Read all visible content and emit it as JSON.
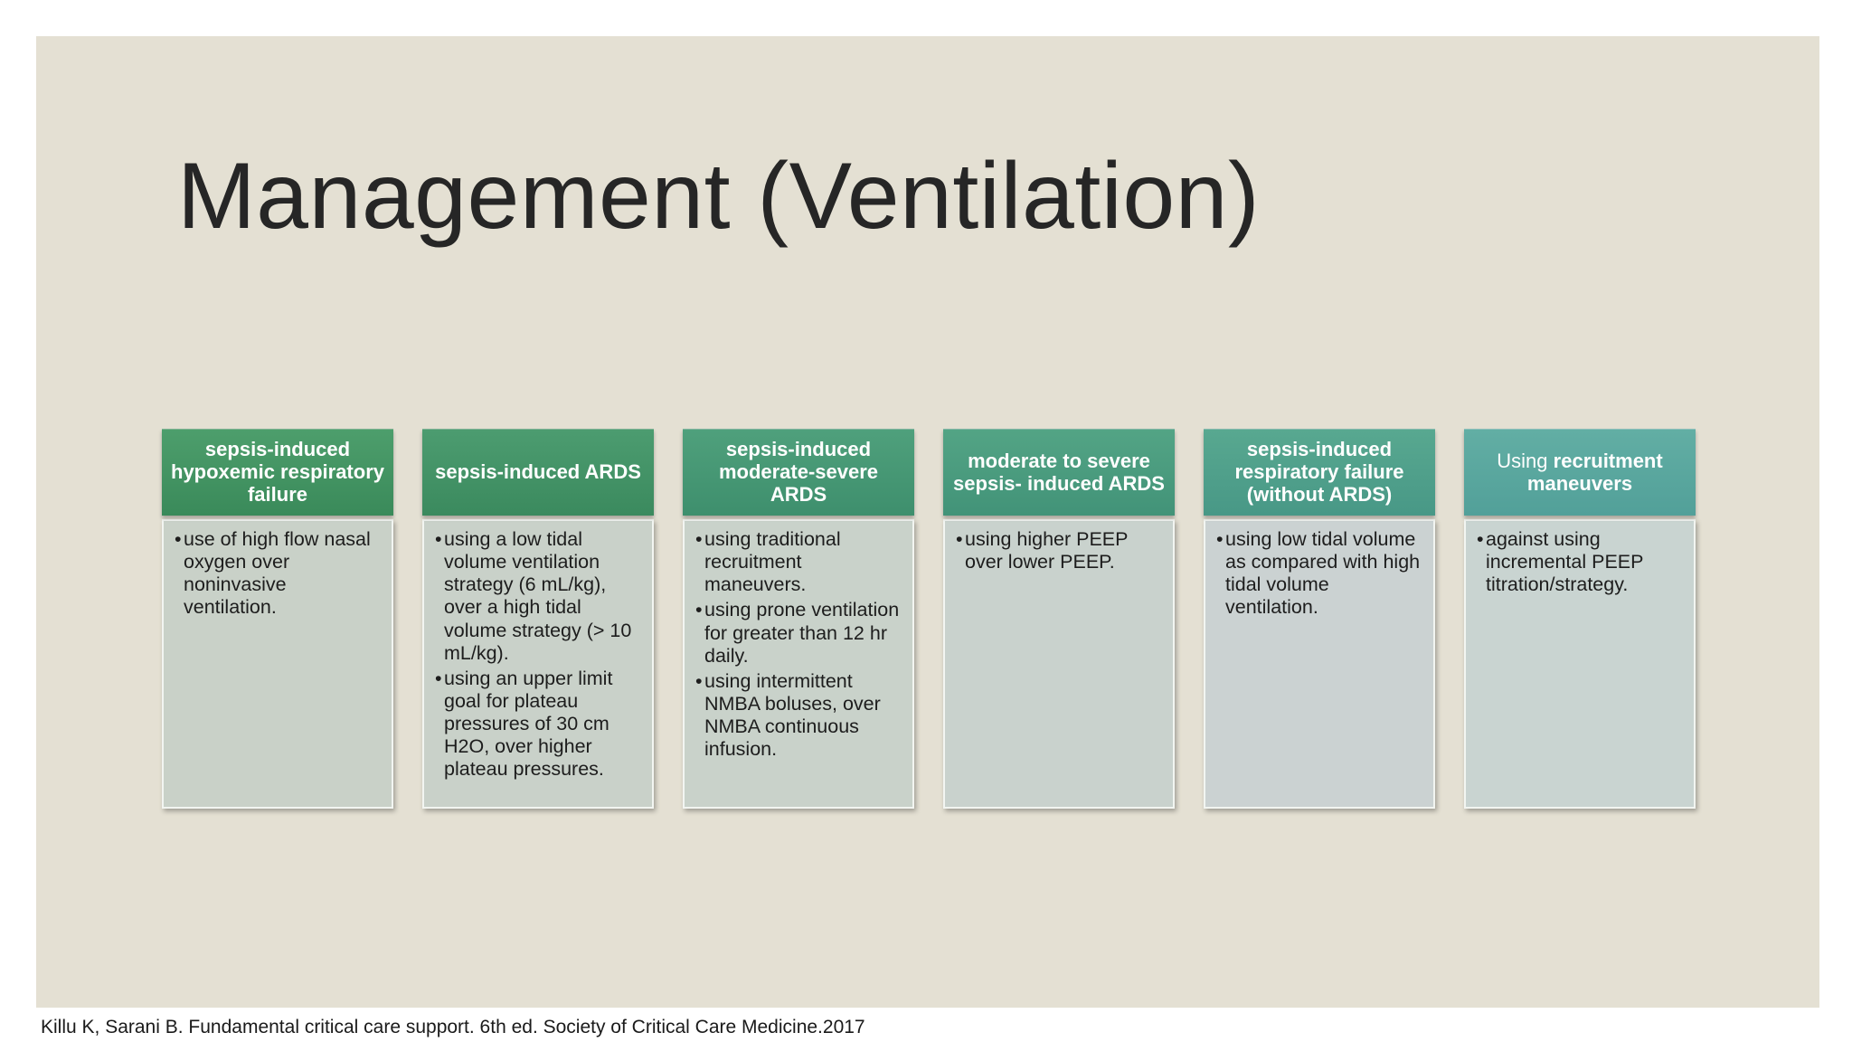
{
  "slide": {
    "title": "Management (Ventilation)",
    "citation": "Killu K, Sarani B. Fundamental critical care support. 6th ed. Society of Critical Care Medicine.2017",
    "colors": {
      "background": "#e4e0d3",
      "header_green": "#3a8a5a",
      "header_teal": "#52a099",
      "body": "#c9d1c9"
    }
  },
  "columns": [
    {
      "header": "sepsis-induced hypoxemic respiratory failure",
      "bullets": [
        "use of high flow nasal oxygen over noninvasive ventilation."
      ]
    },
    {
      "header": "sepsis-induced ARDS",
      "bullets": [
        "using a low tidal volume ventilation strategy (6 mL/kg), over a high tidal volume strategy (> 10 mL/kg).",
        "using an upper limit goal for plateau pressures of 30 cm H2O, over higher plateau pressures."
      ]
    },
    {
      "header": "sepsis-induced moderate-severe ARDS",
      "bullets": [
        "using traditional recruitment maneuvers.",
        "using prone ventilation for greater than 12 hr daily.",
        "using intermittent NMBA boluses, over NMBA continuous infusion."
      ]
    },
    {
      "header": "moderate to severe sepsis- induced ARDS",
      "bullets": [
        "using higher PEEP over lower PEEP."
      ]
    },
    {
      "header": "sepsis-induced respiratory failure (without ARDS)",
      "bullets": [
        "using low tidal volume as compared with high tidal volume ventilation."
      ]
    },
    {
      "header_prefix": "Using",
      "header": "recruitment maneuvers",
      "bullets": [
        "against using incremental PEEP titration/strategy."
      ]
    }
  ]
}
